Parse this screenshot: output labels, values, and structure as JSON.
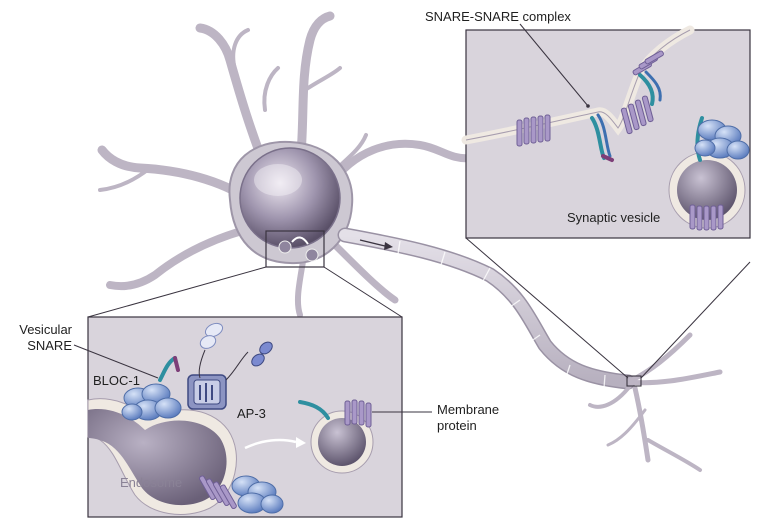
{
  "labels": {
    "snare_complex": "SNARE-SNARE complex",
    "synaptic_vesicle": "Synaptic vesicle",
    "vesicular_snare_line1": "Vesicular",
    "vesicular_snare_line2": "SNARE",
    "bloc1": "BLOC-1",
    "ap3": "AP-3",
    "membrane_protein_line1": "Membrane",
    "membrane_protein_line2": "protein",
    "endosome": "Endosome"
  },
  "colors": {
    "cell_body": "#cdc8d2",
    "membrane_cream": "#efe9e2",
    "protein_purple": "#a998c8",
    "snare_teal": "#2e8fa0",
    "bloc_blue": "#7b9bd3",
    "panel_bg": "#d9d4dc"
  }
}
